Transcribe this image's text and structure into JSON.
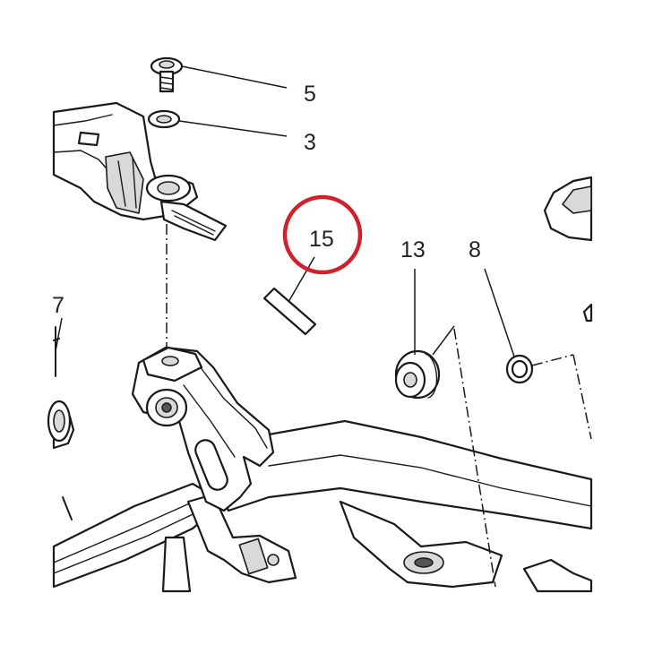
{
  "callouts": {
    "c5": "5",
    "c3": "3",
    "c15": "15",
    "c13": "13",
    "c8": "8",
    "c7": "7"
  },
  "highlight": {
    "callout": "15",
    "color": "#d0212b"
  },
  "icons": {
    "screw": "screw-icon",
    "washer": "washer-icon",
    "pad": "rubber-pad-icon",
    "grommet": "grommet-icon",
    "o_ring": "o-ring-icon"
  }
}
